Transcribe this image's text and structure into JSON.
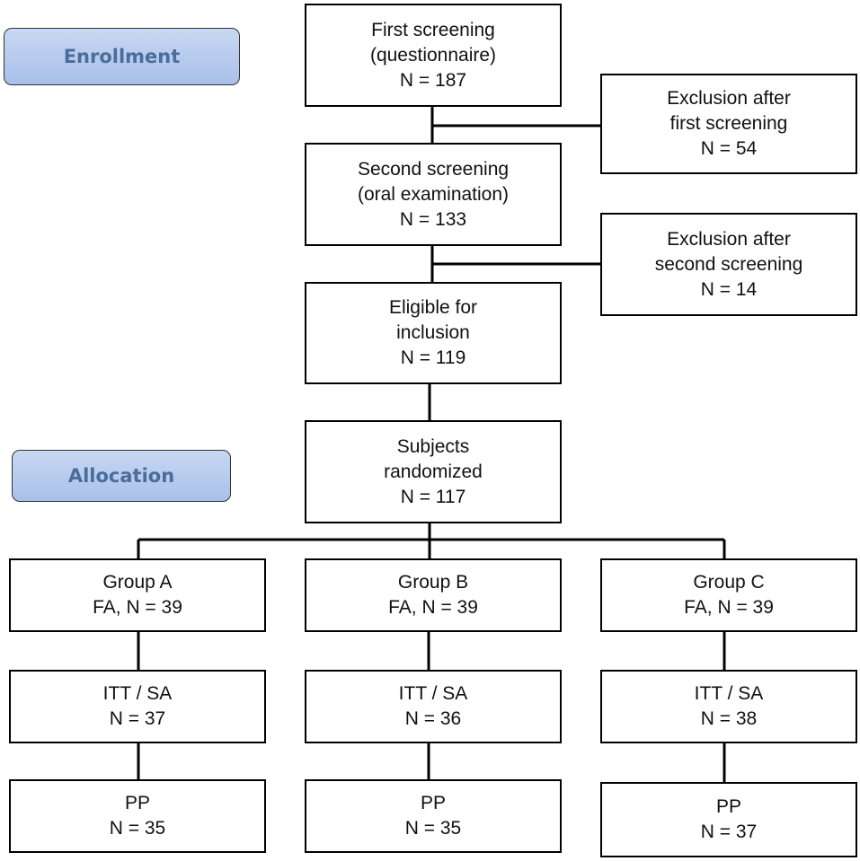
{
  "phases": {
    "enrollment": "Enrollment",
    "allocation": "Allocation"
  },
  "boxes": {
    "first_screening": [
      "First screening",
      "(questionnaire)",
      "N = 187"
    ],
    "exclusion_first": [
      "Exclusion after",
      "first screening",
      "N = 54"
    ],
    "second_screening": [
      "Second screening",
      "(oral examination)",
      "N = 133"
    ],
    "exclusion_second": [
      "Exclusion after",
      "second screening",
      "N = 14"
    ],
    "eligible": [
      "Eligible for",
      "inclusion",
      "N = 119"
    ],
    "randomized": [
      "Subjects",
      "randomized",
      "N = 117"
    ],
    "group_a": [
      "Group A",
      "FA, N = 39"
    ],
    "group_b": [
      "Group B",
      "FA, N = 39"
    ],
    "group_c": [
      "Group C",
      "FA, N = 39"
    ],
    "itt_a": [
      "ITT / SA",
      "N = 37"
    ],
    "itt_b": [
      "ITT / SA",
      "N = 36"
    ],
    "itt_c": [
      "ITT / SA",
      "N = 38"
    ],
    "pp_a": [
      "PP",
      "N = 35"
    ],
    "pp_b": [
      "PP",
      "N = 35"
    ],
    "pp_c": [
      "PP",
      "N = 37"
    ]
  }
}
